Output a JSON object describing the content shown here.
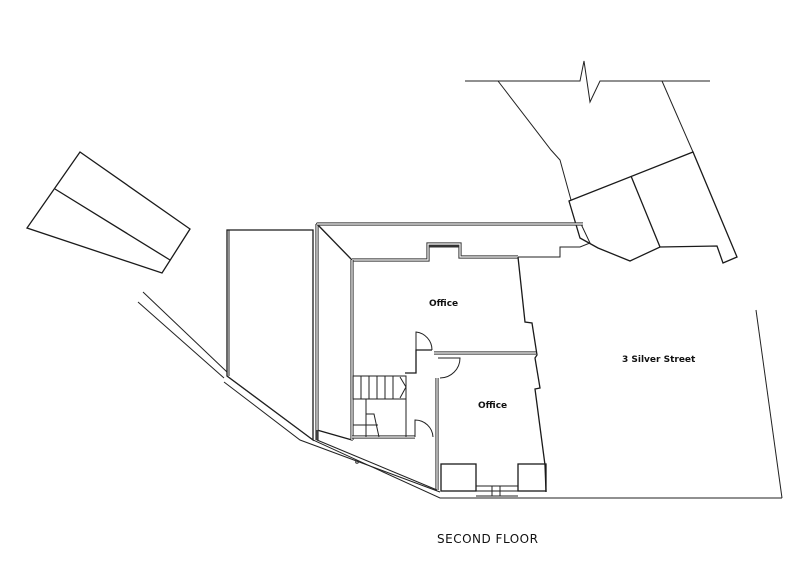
{
  "drawing": {
    "title": "SECOND FLOOR",
    "rooms": [
      {
        "name": "office-upper",
        "label": "Office"
      },
      {
        "name": "office-lower",
        "label": "Office"
      },
      {
        "name": "neighbor-property",
        "label": "3 Silver Street"
      }
    ],
    "colors": {
      "background": "#ffffff",
      "line": "#1a1a1a",
      "hatch": "#8a8a8a"
    }
  }
}
